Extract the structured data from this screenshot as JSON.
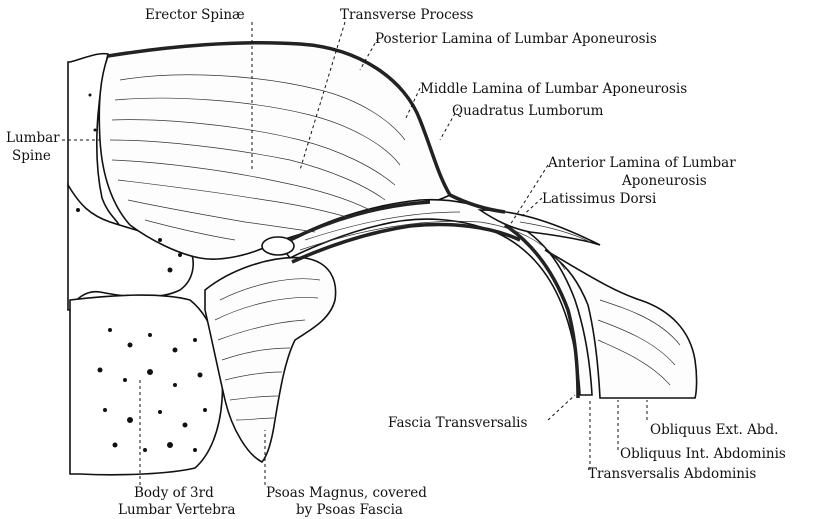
{
  "labels": {
    "erector_spinae": "Erector Spinæ",
    "transverse_process": "Transverse Process",
    "posterior_lamina": "Posterior Lamina of Lumbar Aponeurosis",
    "middle_lamina": "Middle Lamina of Lumbar Aponeurosis",
    "quadratus_lumborum": "Quadratus Lumborum",
    "lumbar_spine_line1": "Lumbar",
    "lumbar_spine_line2": "Spine",
    "anterior_lamina_line1": "Anterior Lamina of Lumbar",
    "anterior_lamina_line2": "Aponeurosis",
    "latissimus_dorsi": "Latissimus Dorsi",
    "fascia_transversalis": "Fascia Transversalis",
    "obliquus_ext": "Obliquus Ext. Abd.",
    "obliquus_int": "Obliquus Int. Abdominis",
    "transversalis_abdominis": "Transversalis Abdominis",
    "vertebra_line1": "Body of 3rd",
    "vertebra_line2": "Lumbar Vertebra",
    "psoas_line1": "Psoas Magnus, covered",
    "psoas_line2": "by Psoas Fascia"
  }
}
